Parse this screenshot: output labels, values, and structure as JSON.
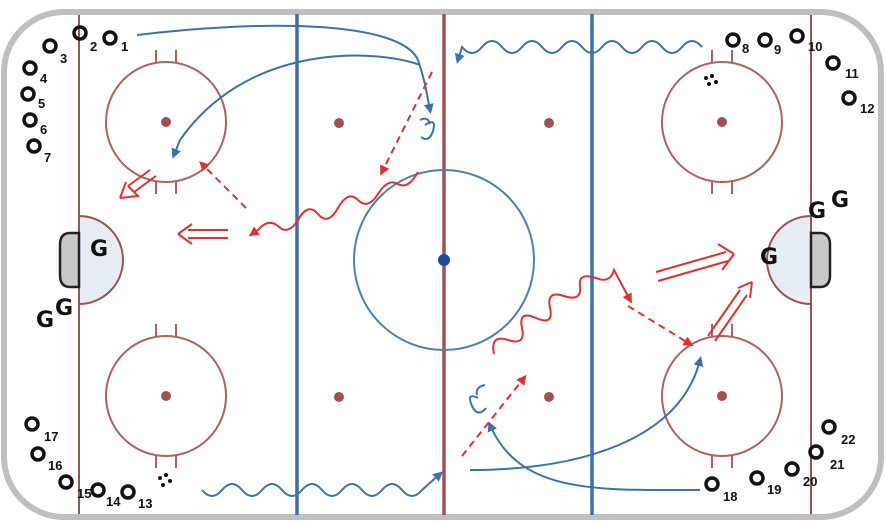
{
  "rink": {
    "board_color": "#bfbfbf",
    "goal_line_color": "#a0524f",
    "blue_line_color": "#3d6fa8",
    "center_line_color": "#a0524f",
    "circle_color": "#b06060",
    "center_circle_color": "#4f7fb8",
    "crease_fill": "#e6edf5"
  },
  "paths": {
    "blue": "#3a72ad",
    "red": "#e03030"
  },
  "goalie_label": "G",
  "players": {
    "left_top": [
      "1",
      "2",
      "3",
      "4",
      "5",
      "6",
      "7"
    ],
    "right_top": [
      "8",
      "9",
      "10",
      "11",
      "12"
    ],
    "left_bottom": [
      "13",
      "14",
      "15",
      "16",
      "17"
    ],
    "right_bottom": [
      "18",
      "19",
      "20",
      "21",
      "22"
    ]
  }
}
